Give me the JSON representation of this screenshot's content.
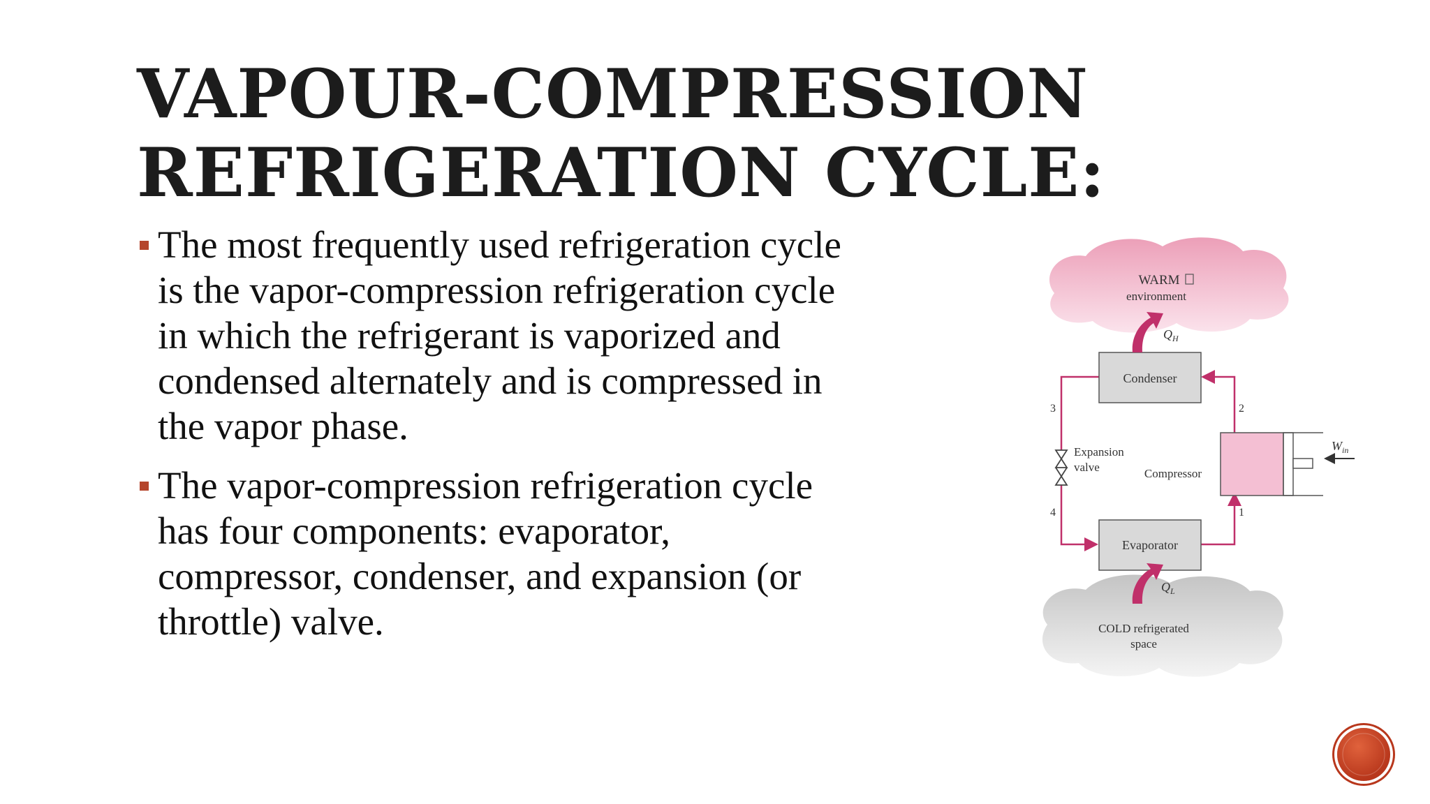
{
  "slide": {
    "title_lines": [
      "VAPOUR-COMPRESSION",
      "REFRIGERATION CYCLE:"
    ],
    "bullets": [
      {
        "lines": [
          "The most frequently used refrigeration cycle",
          "is the vapor-compression refrigeration cycle",
          "in which the refrigerant is vaporized and",
          "condensed alternately and is compressed in",
          "the vapor phase."
        ]
      },
      {
        "lines": [
          "The vapor-compression refrigeration cycle",
          "has four components: evaporator,",
          "compressor, condenser, and expansion (or",
          "throttle) valve."
        ]
      }
    ],
    "accent_color": "#b5452c"
  },
  "diagram": {
    "warm_label_lines": [
      "WARM",
      "environment"
    ],
    "cold_label_lines": [
      "COLD refrigerated",
      "space"
    ],
    "condenser_label": "Condenser",
    "evaporator_label": "Evaporator",
    "compressor_label": "Compressor",
    "expansion_label_lines": [
      "Expansion",
      "valve"
    ],
    "qh_label": "Q",
    "qh_sub": "H",
    "ql_label": "Q",
    "ql_sub": "L",
    "win_label": "W",
    "win_sub": "in",
    "state_numbers": [
      "1",
      "2",
      "3",
      "4"
    ],
    "warm_color": "#f2b8cb",
    "cold_color": "#d6d6d6",
    "line_color": "#c0306a",
    "box_color": "#d9d9d9",
    "compressor_color": "#f4bfd3"
  },
  "nav": {
    "icon": "next-slide-icon"
  }
}
